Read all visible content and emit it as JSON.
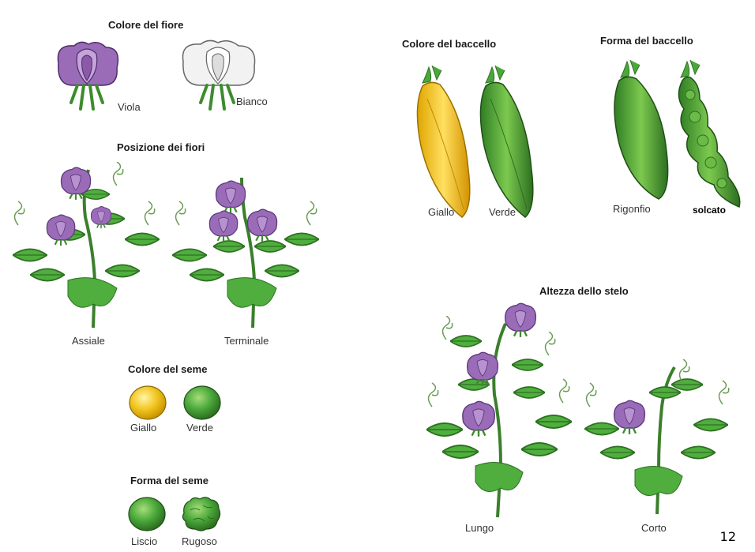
{
  "flower_color": {
    "title": "Colore del fiore",
    "left": "Viola",
    "right": "Bianco"
  },
  "flower_position": {
    "title": "Posizione dei fiori",
    "left": "Assiale",
    "right": "Terminale"
  },
  "seed_color": {
    "title": "Colore del seme",
    "left": "Giallo",
    "right": "Verde"
  },
  "seed_shape": {
    "title": "Forma del seme",
    "left": "Liscio",
    "right": "Rugoso"
  },
  "pod_color": {
    "title": "Colore del baccello",
    "left": "Giallo",
    "right": "Verde"
  },
  "pod_shape": {
    "title": "Forma del baccello",
    "left": "Rigonfio",
    "right": "solcato"
  },
  "stem_height": {
    "title": "Altezza dello stelo",
    "left": "Lungo",
    "right": "Corto"
  },
  "page_number": "12",
  "colors": {
    "purple": "#9a6cb8",
    "green": "#4aa83a",
    "yellow": "#f2c51f",
    "white": "#f0f0f0"
  }
}
